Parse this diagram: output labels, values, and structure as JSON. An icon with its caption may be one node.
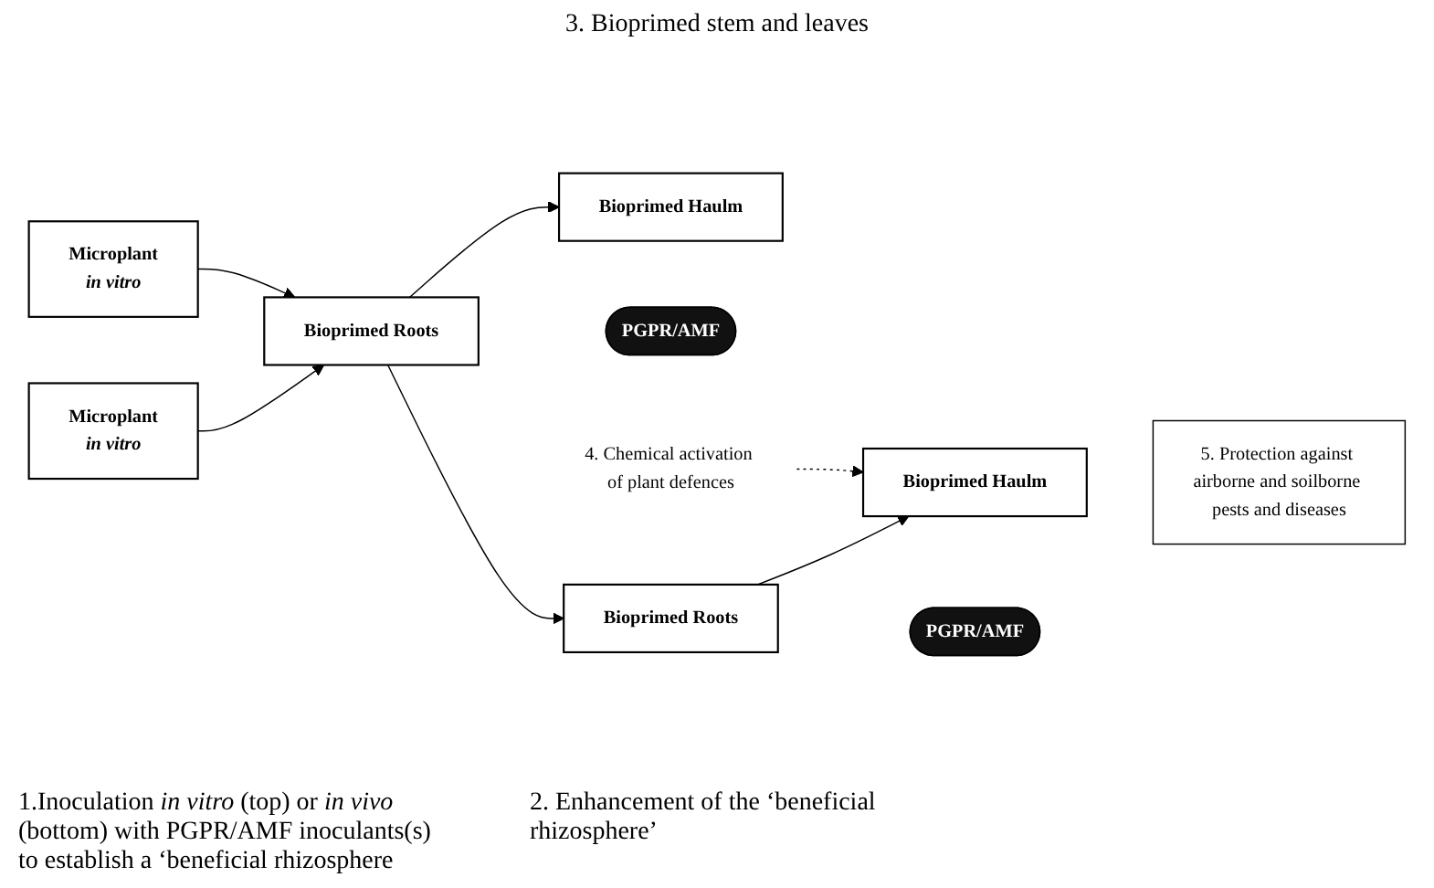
{
  "diagram": {
    "nodes": [
      {
        "text": [
          "Microplant",
          "in vitro"
        ]
      },
      {
        "text": [
          "Microplant",
          "in vitro"
        ]
      },
      {
        "text": [
          "Bioprimed Haulm"
        ]
      },
      {
        "text": [
          "Bioprimed Roots"
        ]
      },
      {
        "text": [
          "PGPR/AMF"
        ]
      },
      {
        "text": [
          "Bioprimed Haulm"
        ]
      },
      {
        "text": [
          "Bioprimed Roots"
        ]
      },
      {
        "text": [
          "PGPR/AMF"
        ]
      },
      {
        "text": [
          "5. Protection against airborne and soilborne pests and diseases"
        ]
      },
      {
        "text": [
          "4. Chemical activation of plant defences"
        ]
      }
    ],
    "edges": [
      {
        "from": 0,
        "to": 3,
        "arrow": "to"
      },
      {
        "from": 1,
        "to": 3,
        "arrow": "to"
      },
      {
        "from": 3,
        "to": 2,
        "arrow": "to"
      },
      {
        "from": 3,
        "to": 6,
        "arrow": "to"
      },
      {
        "from": 6,
        "to": 5,
        "arrow": "to"
      },
      {
        "from": 9,
        "to": 5,
        "arrow": "to",
        "style": "dashed"
      }
    ],
    "labels": [
      "3. Bioprimed stem and leaves",
      "1.Inoculation *in vitro* (top) or *in vivo* (bottom) with PGPR/AMF inoculants(s) to establish a ‘beneficial rhizosphere",
      "2. Enhancement of the ‘beneficial rhizosphere’"
    ]
  }
}
